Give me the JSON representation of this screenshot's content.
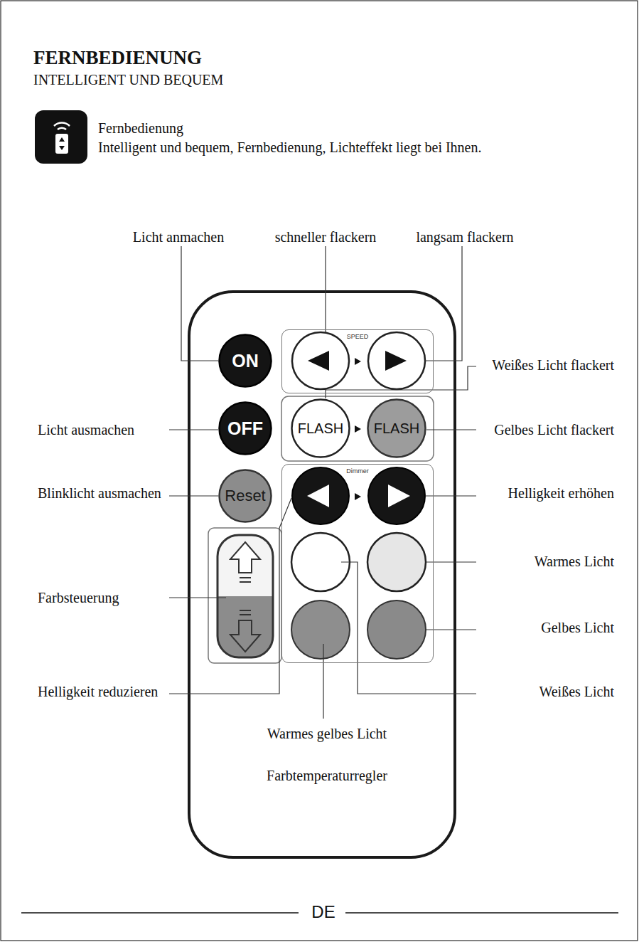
{
  "diagram": {
    "title": "FERNBEDIENUNG",
    "nodes": [
      {
        "text": [
          "ON"
        ]
      },
      {
        "text": [
          "SPEED"
        ]
      },
      {
        "text": [
          "OFF"
        ]
      },
      {
        "text": [
          "FLASH"
        ]
      },
      {
        "text": [
          "FLASH"
        ]
      },
      {
        "text": [
          "Reset"
        ]
      },
      {
        "text": [
          "Dimmer"
        ]
      }
    ],
    "labels": [
      "INTELLIGENT UND BEQUEM",
      "Fernbedienung",
      "Intelligent und bequem, Fernbedienung, Lichteffekt liegt bei Ihnen.",
      "Licht anmachen",
      "schneller flackern",
      "langsam flackern",
      "Weißes Licht flackert",
      "Licht ausmachen",
      "Gelbes Licht flackert",
      "Blinklicht ausmachen",
      "Helligkeit erhöhen",
      "Warmes Licht",
      "Farbsteuerung",
      "Gelbes Licht",
      "Helligkeit reduzieren",
      "Weißes Licht",
      "Warmes gelbes Licht",
      "Farbtemperaturregler",
      "DE"
    ]
  }
}
